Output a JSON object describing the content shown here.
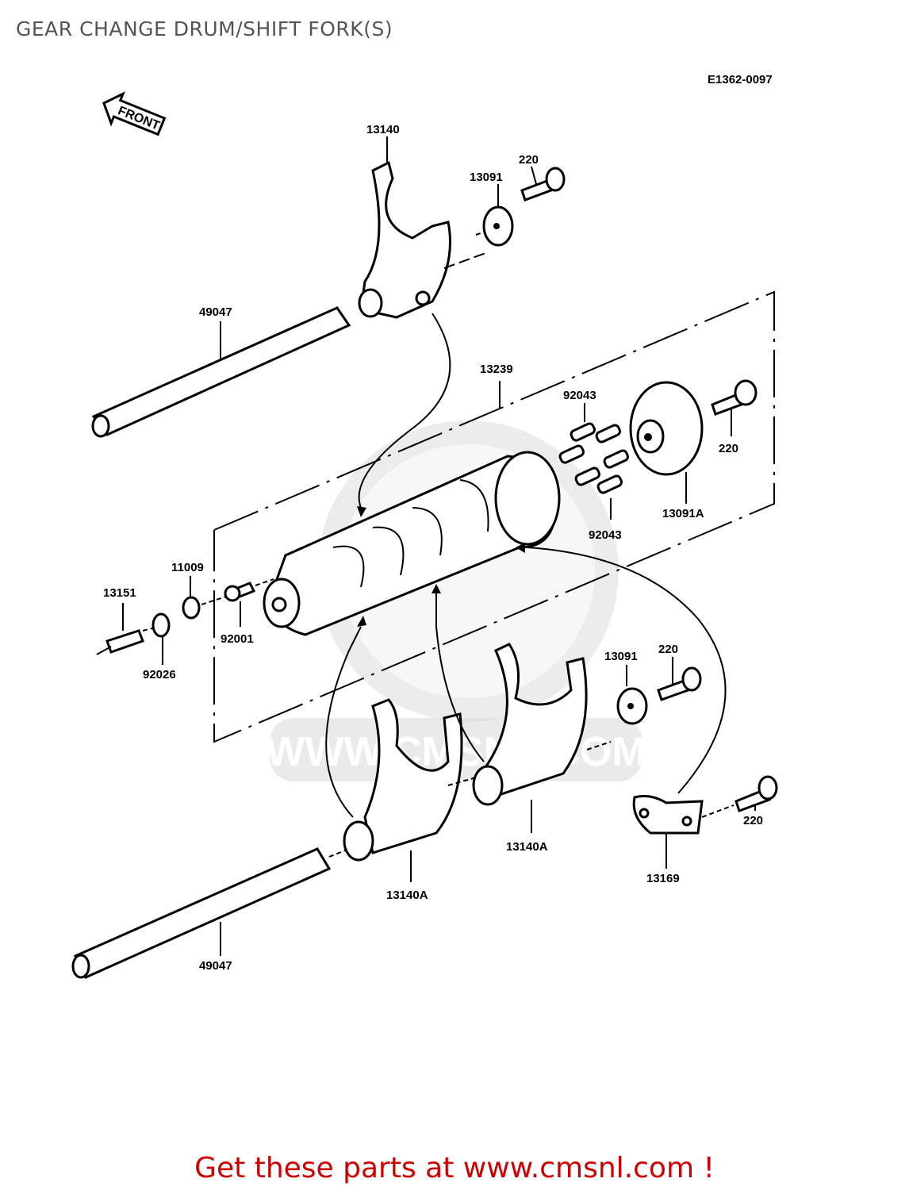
{
  "title": "GEAR CHANGE DRUM/SHIFT FORK(S)",
  "diagram_code": "E1362-0097",
  "front_label": "FRONT",
  "watermark": "WWW.CMSNL.COM",
  "footer": {
    "text_before": "Get these parts at ",
    "link_text": "www.cmsnl.com",
    "text_after": " !"
  },
  "labels": {
    "fork_top": "13140",
    "washer_top": "13091",
    "bolt_top": "220",
    "shaft_top": "49047",
    "drum": "13239",
    "pins_upper": "92043",
    "pins_lower": "92043",
    "bolt_drum": "220",
    "plate_drum": "13091A",
    "gasket": "11009",
    "switch": "13151",
    "plug": "92001",
    "washer_switch": "92026",
    "washer_mid": "13091",
    "bolt_mid": "220",
    "fork_mid": "13140A",
    "fork_low": "13140A",
    "stopper": "13169",
    "bolt_stopper": "220",
    "shaft_low": "49047"
  }
}
